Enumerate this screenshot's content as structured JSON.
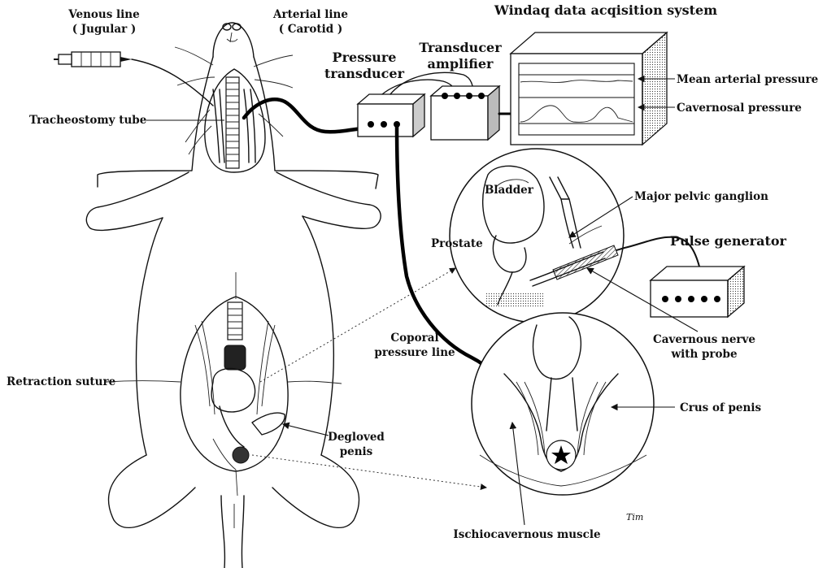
{
  "labels": {
    "venous_line": [
      "Venous line",
      "( Jugular )"
    ],
    "arterial_line": [
      "Arterial line",
      "( Carotid )"
    ],
    "windaq": "Windaq data acqisition system",
    "transducer_amplifier": [
      "Transducer",
      "amplifier"
    ],
    "pressure_transducer": [
      "Pressure",
      "transducer"
    ],
    "mean_arterial_pressure": "Mean arterial pressure",
    "cavernosal_pressure": "Cavernosal pressure",
    "tracheostomy_tube": "Tracheostomy tube",
    "bladder": "Bladder",
    "major_pelvic_ganglion": "Major pelvic ganglion",
    "prostate": "Prostate",
    "pulse_generator": "Pulse generator",
    "coporal_pressure_line": [
      "Coporal",
      "pressure line"
    ],
    "cavernous_nerve": [
      "Cavernous nerve",
      "with probe"
    ],
    "retraction_suture": "Retraction suture",
    "crus_of_penis": "Crus of penis",
    "degloved_penis": [
      "Degloved",
      "penis"
    ],
    "ischiocavernous_muscle": "Ischiocavernous muscle",
    "signature": "Tim"
  }
}
